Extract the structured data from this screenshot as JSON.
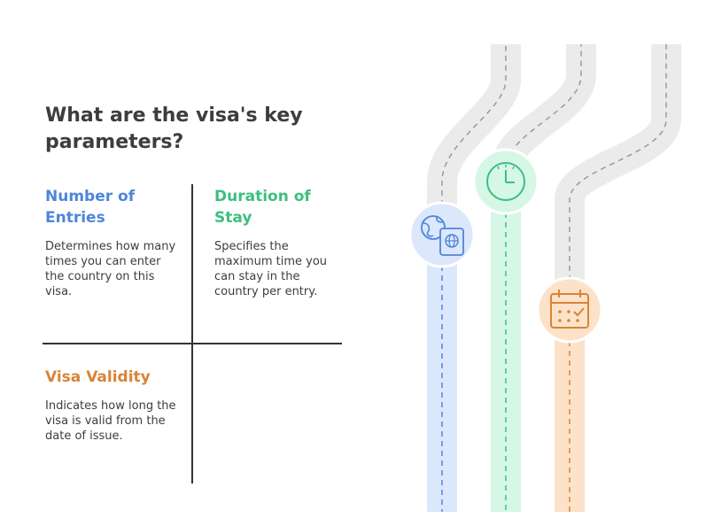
{
  "title": "What are the visa's key parameters?",
  "colors": {
    "entries": "#4f85d9",
    "duration": "#3cbf80",
    "validity": "#d98434",
    "road": "#ebebeb",
    "text": "#3d3d3d"
  },
  "cells": {
    "entries": {
      "heading": "Number of Entries",
      "body": "Determines how many times you can enter the country on this visa."
    },
    "duration": {
      "heading": "Duration of Stay",
      "body": "Specifies the maximum time you can stay in the country per entry."
    },
    "validity": {
      "heading": "Visa Validity",
      "body": "Indicates how long the visa is valid from the date of issue."
    }
  },
  "icons": {
    "entries": "globe-passport-icon",
    "duration": "clock-icon",
    "validity": "calendar-check-icon"
  }
}
